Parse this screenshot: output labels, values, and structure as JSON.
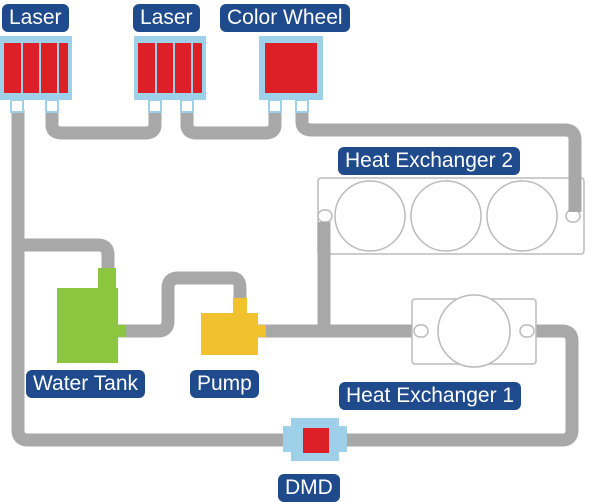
{
  "labels": {
    "laser_1": "Laser",
    "laser_2": "Laser",
    "color_wheel": "Color Wheel",
    "heat_exchanger_2": "Heat Exchanger 2",
    "heat_exchanger_1": "Heat Exchanger 1",
    "water_tank": "Water Tank",
    "pump": "Pump",
    "dmd": "DMD"
  },
  "colors": {
    "pipe": "#a8a8a8",
    "label_bg": "#1f4a8c",
    "component_frame": "#9fd0ea",
    "component_red": "#dd2027",
    "water_tank": "#8cc63f",
    "pump": "#f2c12e",
    "heat_exchanger_outline": "#bbbbbb"
  }
}
